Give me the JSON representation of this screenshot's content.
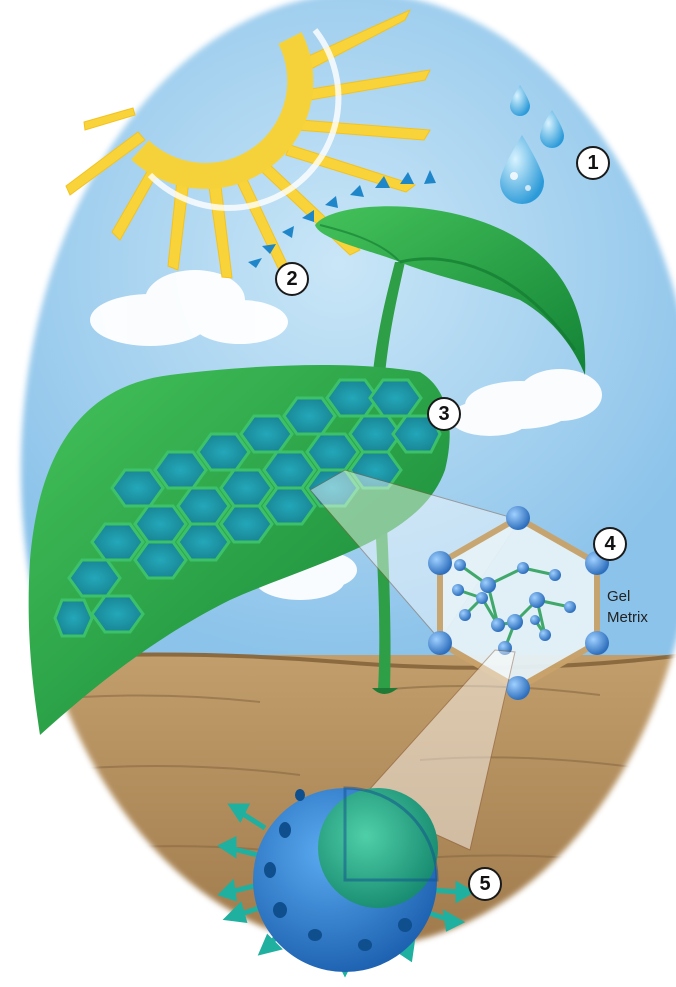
{
  "steps": [
    "1",
    "2",
    "3",
    "4",
    "5"
  ],
  "gel_label": {
    "line1": "Gel",
    "line2": "Metrix"
  },
  "colors": {
    "sky": "#a9d3ef",
    "soil": "#b08a5c",
    "leaf": "#2eae4a",
    "leaf_dark": "#167a30",
    "cell": "#1a9bb0",
    "sun": "#f6d23a",
    "rain_arrows": "#1f87c9",
    "matrix_node": "#3f8fd6",
    "matrix_frame": "#c9a36a",
    "sphere_shell": "#2d86d0",
    "sphere_core": "#2bae8e",
    "release_arrows": "#1fb0a0"
  },
  "icons": [
    "sun-icon",
    "water-drops-icon",
    "leaf-icon",
    "hexagon-matrix-icon",
    "sphere-icon",
    "cloud-icon"
  ]
}
